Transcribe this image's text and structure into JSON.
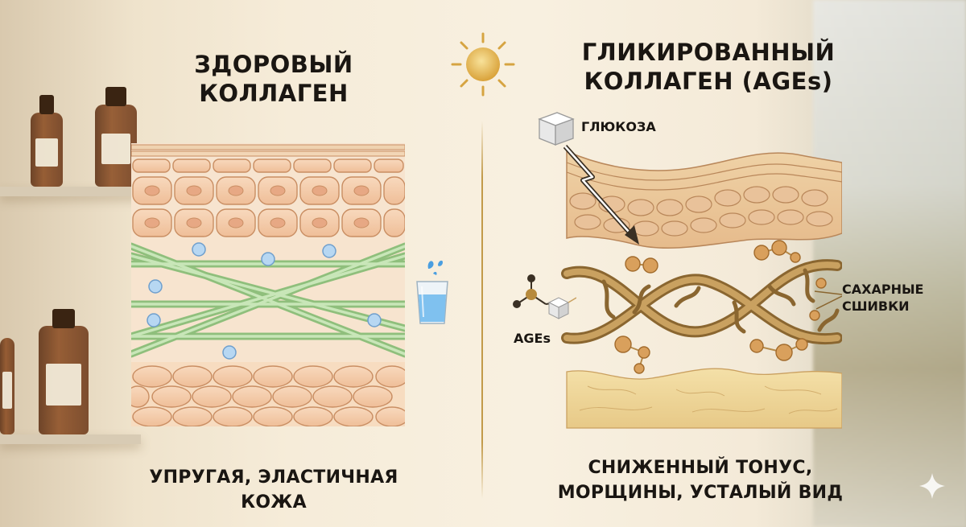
{
  "left": {
    "title": "ЗДОРОВЫЙ КОЛЛАГЕН",
    "caption": "УПРУГАЯ, ЭЛАСТИЧНАЯ КОЖА"
  },
  "right": {
    "title_line1": "ГЛИКИРОВАННЫЙ",
    "title_line2": "КОЛЛАГЕН (AGEs)",
    "glucose_label": "ГЛЮКОЗА",
    "ages_label": "AGEs",
    "crosslinks_line1": "САХАРНЫЕ",
    "crosslinks_line2": "СШИВКИ",
    "caption_line1": "СНИЖЕННЫЙ ТОНУС,",
    "caption_line2": "МОРЩИНЫ, УСТАЛЫЙ ВИД"
  },
  "icons": [
    "sun-icon",
    "water-glass-icon",
    "sugar-cube-icon",
    "lightning-arrow-icon",
    "molecule-icon",
    "sparkle-icon"
  ],
  "colors": {
    "background": "#f6ecd9",
    "cell_fill": "#f3c9a8",
    "cell_stroke": "#c98e63",
    "fiber_green": "#a9cf98",
    "water_drop": "#a9cdee",
    "glycated_fiber": "#b08a47",
    "age_ball": "#d9a05c",
    "dermis_yellow": "#efd99a"
  }
}
